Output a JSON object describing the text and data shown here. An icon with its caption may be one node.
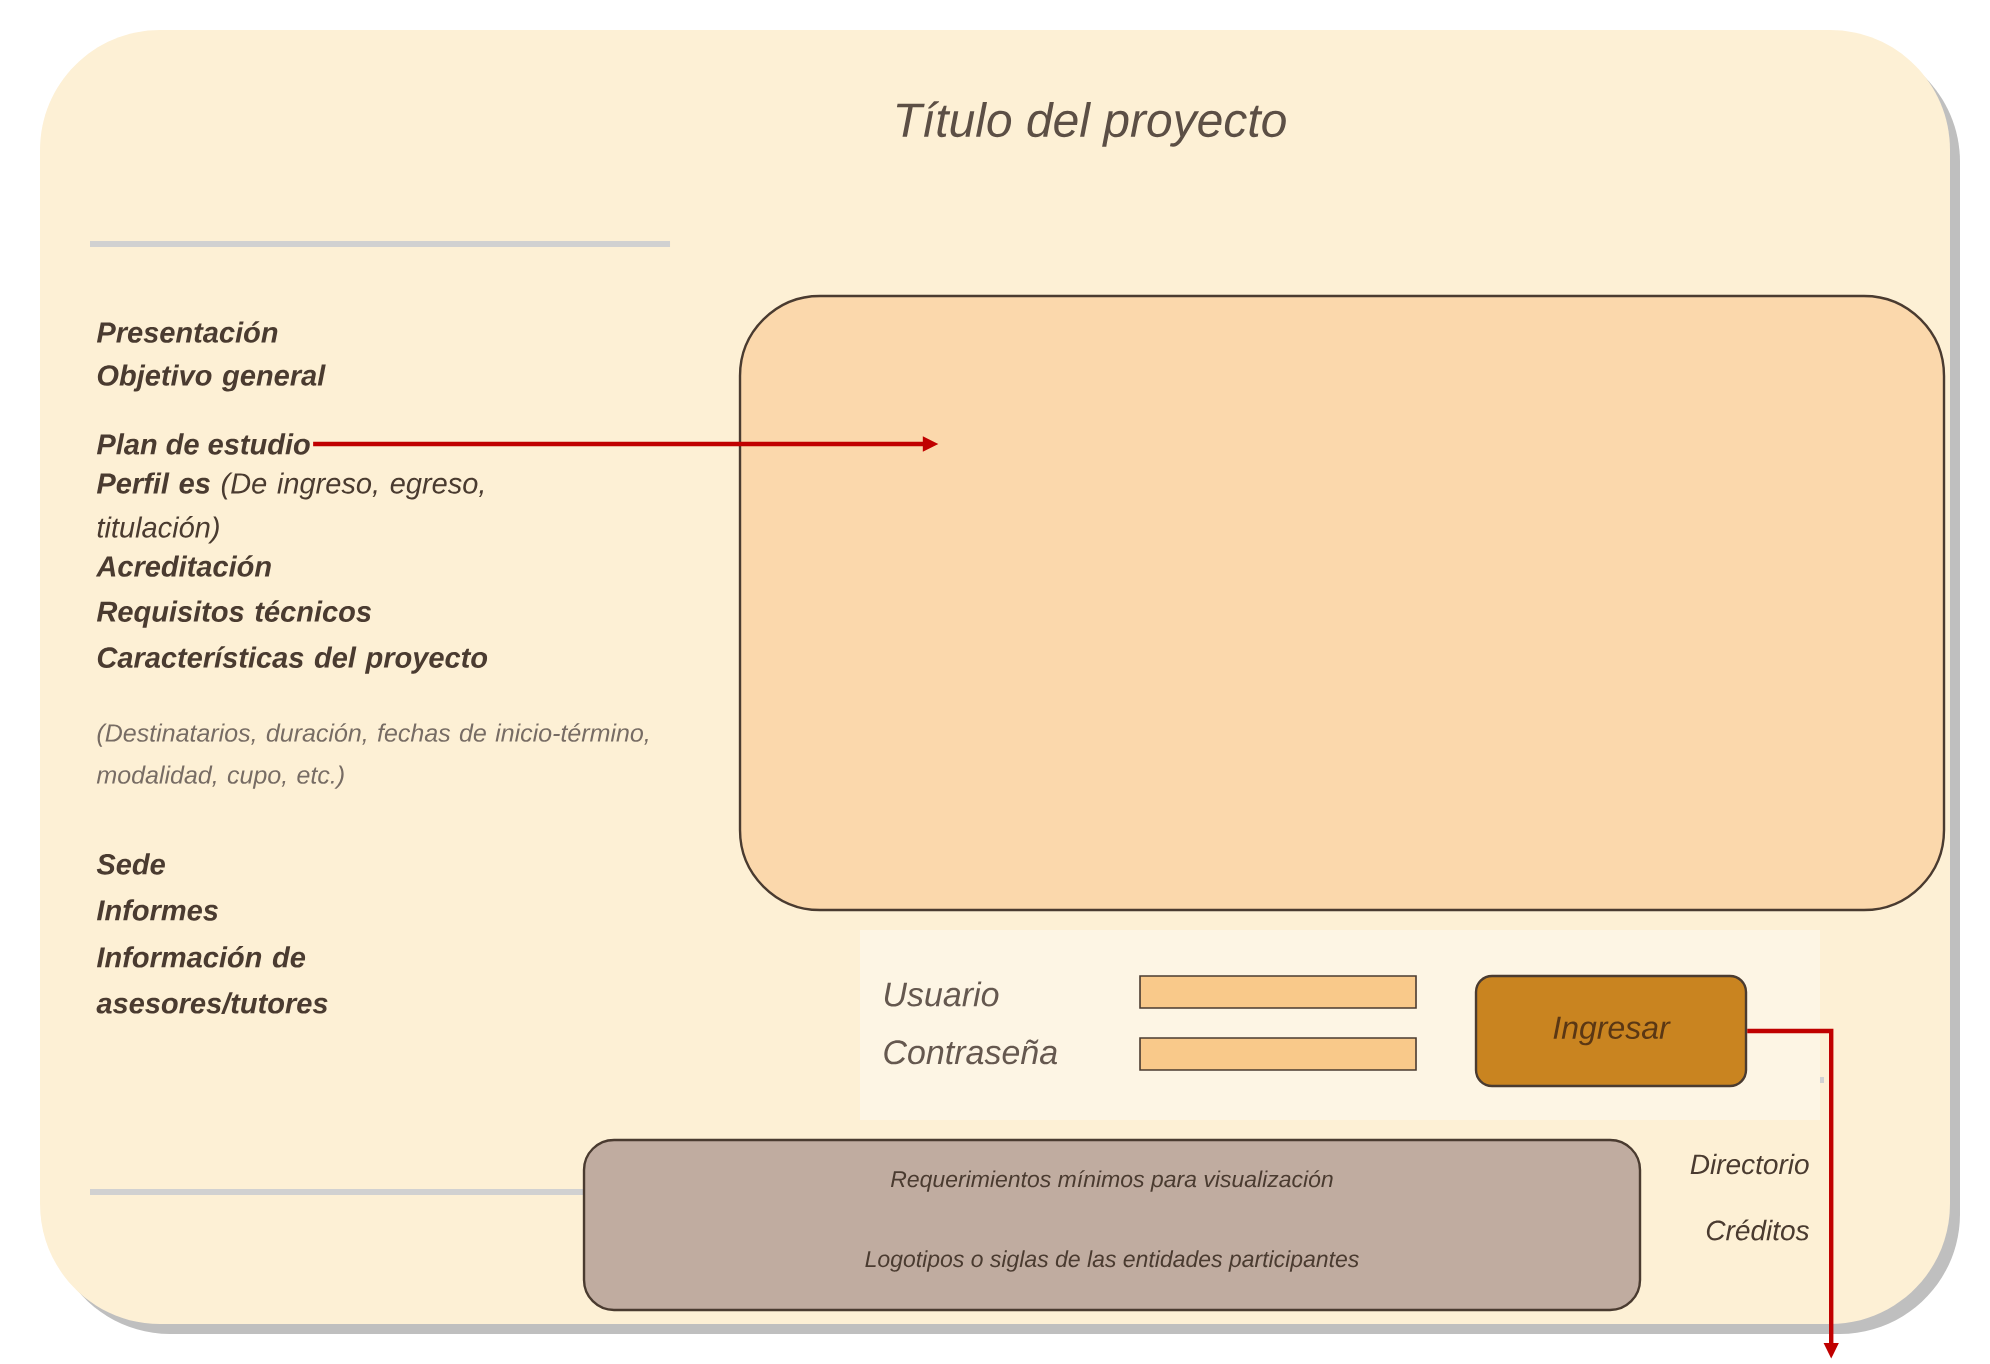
{
  "diagram": {
    "nodes": [
      {
        "text": [
          "Título del proyecto"
        ]
      },
      {
        "text": [
          "Plan de estudio"
        ],
        "in": 0
      },
      {
        "text": [],
        "shape": "box",
        "in": 0
      },
      {
        "text": [],
        "shape": "box",
        "in": 0
      },
      {
        "text": [],
        "shape": "box",
        "in": 0
      },
      {
        "text": [
          "Ingresar"
        ],
        "in": 0
      },
      {
        "text": [
          "Requerimientos mínimos para visualización",
          "Logotipos o siglas de las entidades participantes"
        ],
        "in": 0
      }
    ],
    "edges": [
      {
        "from": 1,
        "to": 2,
        "arrow": "to"
      },
      {
        "from": 5,
        "to": null,
        "arrow": "to"
      }
    ],
    "labels": [
      "Presentación",
      "Objetivo general",
      "**Perfil es** (De ingreso, egreso, titulación)",
      "Acreditación",
      "Requisitos técnicos",
      "Características del proyecto",
      "(Destinatarios, duración, fechas de inicio-término, modalidad, cupo, etc.)",
      "Sede",
      "Informes",
      "Información de asesores/tutores",
      "Usuario",
      "Contraseña",
      "Directorio",
      "Créditos"
    ]
  }
}
